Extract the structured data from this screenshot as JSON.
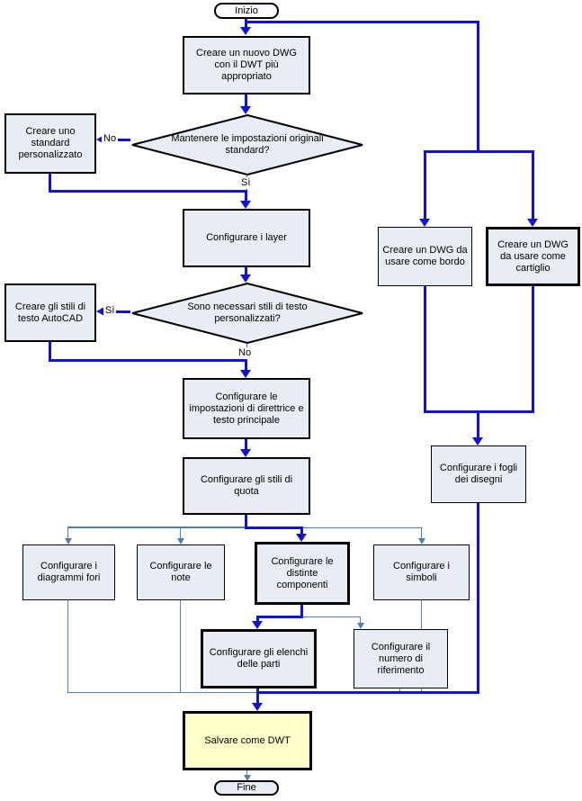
{
  "colors": {
    "main_line": "#1010e0",
    "aux_line": "#4f7cba",
    "node_fill": "#e8ecf3",
    "node_border": "#000000",
    "save_fill": "#ffffcc",
    "start_fill": "#fdfdfe"
  },
  "nodes": {
    "start": {
      "label": "Inizio",
      "type": "terminator"
    },
    "new_dwg": {
      "label": "Creare un nuovo DWG con il DWT più appropriato",
      "type": "process"
    },
    "keep_settings": {
      "label": "Mantenere le impostazioni originali standard?",
      "type": "decision"
    },
    "custom_standard": {
      "label": "Creare uno standard personalizzato",
      "type": "process"
    },
    "layers": {
      "label": "Configurare i layer",
      "type": "process"
    },
    "need_text_styles": {
      "label": "Sono necessari stili di testo personalizzati?",
      "type": "decision"
    },
    "text_styles": {
      "label": "Creare gli stili di testo AutoCAD",
      "type": "process"
    },
    "leader_text": {
      "label": "Configurare le impostazioni di direttrice e testo principale",
      "type": "process"
    },
    "dim_styles": {
      "label": "Configurare gli stili di quota",
      "type": "process"
    },
    "border_dwg": {
      "label": "Creare un DWG da usare come bordo",
      "type": "process"
    },
    "titleblock_dwg": {
      "label": "Creare un DWG da usare come cartiglio",
      "type": "process"
    },
    "sheets": {
      "label": "Configurare i fogli dei disegni",
      "type": "process"
    },
    "hole_charts": {
      "label": "Configurare i diagrammi fori",
      "type": "process"
    },
    "notes": {
      "label": "Configurare le note",
      "type": "process"
    },
    "bom": {
      "label": "Configurare le distinte componenti",
      "type": "process"
    },
    "symbols": {
      "label": "Configurare i simboli",
      "type": "process"
    },
    "parts_lists": {
      "label": "Configurare gli elenchi delle parti",
      "type": "process"
    },
    "balloons": {
      "label": "Configurare il numero di riferimento",
      "type": "process"
    },
    "save": {
      "label": "Salvare come DWT",
      "type": "process"
    },
    "end": {
      "label": "Fine",
      "type": "terminator"
    }
  },
  "edge_labels": {
    "keep_no": "No",
    "keep_yes": "Sì",
    "styles_yes": "Sì",
    "styles_no": "No"
  }
}
